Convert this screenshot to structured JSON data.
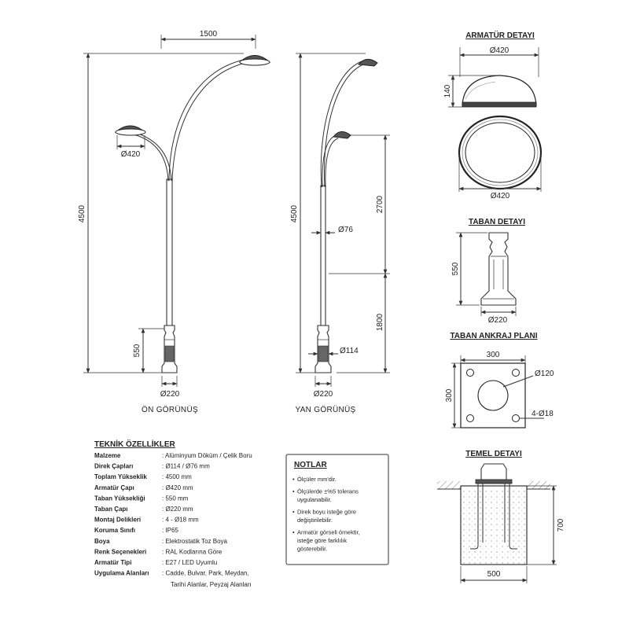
{
  "front_view": {
    "caption": "ÖN GÖRÜNÜŞ",
    "dim_width": "1500",
    "dim_height": "4500",
    "dim_base_height": "550",
    "dim_fixture": "Ø420",
    "dim_base_dia": "Ø220"
  },
  "side_view": {
    "caption": "YAN GÖRÜNÜŞ",
    "dim_height": "4500",
    "dim_upper": "2700",
    "dim_lower": "1800",
    "dim_upper_pipe": "Ø76",
    "dim_lower_pipe": "Ø114",
    "dim_base_dia": "Ø220"
  },
  "fixture_detail": {
    "title": "ARMATÜR DETAYI",
    "dim_top": "Ø420",
    "dim_height": "140",
    "dim_bottom": "Ø420"
  },
  "base_detail": {
    "title": "TABAN DETAYI",
    "dim_height": "550",
    "dim_dia": "Ø220"
  },
  "anchor_plan": {
    "title": "TABAN ANKRAJ PLANI",
    "dim_width": "300",
    "dim_height": "300",
    "dim_hole": "Ø120",
    "dim_bolts": "4-Ø18"
  },
  "foundation": {
    "title": "TEMEL DETAYI",
    "dim_height": "700",
    "dim_width": "500"
  },
  "specs": {
    "title": "TEKNİK ÖZELLİKLER",
    "rows": [
      {
        "key": "Malzeme",
        "value": ": Alüminyum Döküm / Çelik Boru"
      },
      {
        "key": "Direk Çapları",
        "value": ": Ø114 / Ø76 mm"
      },
      {
        "key": "Toplam Yükseklik",
        "value": ": 4500 mm"
      },
      {
        "key": "Armatür Çapı",
        "value": ": Ø420 mm"
      },
      {
        "key": "Taban Yüksekliği",
        "value": ": 550 mm"
      },
      {
        "key": "Taban Çapı",
        "value": ": Ø220 mm"
      },
      {
        "key": "Montaj Delikleri",
        "value": ": 4 - Ø18 mm"
      },
      {
        "key": "Koruma Sınıfı",
        "value": ": IP65"
      },
      {
        "key": "Boya",
        "value": ": Elektrostatik Toz Boya"
      },
      {
        "key": "Renk Seçenekleri",
        "value": ": RAL Kodlarına Göre"
      },
      {
        "key": "Armatür Tipi",
        "value": ": E27 / LED Uyumlu"
      },
      {
        "key": "Uygulama Alanları",
        "value": ": Cadde, Bulvar, Park, Meydan,"
      }
    ],
    "continuation": "Tarihi Alanlar, Peyzaj Alanları"
  },
  "notes": {
    "title": "NOTLAR",
    "items": [
      [
        "Ölçüler mm'dir."
      ],
      [
        "Ölçülerde ±%5 tolerans",
        "uygulanabilir."
      ],
      [
        "Direk boyu isteğe göre",
        "değiştirilebilir."
      ],
      [
        "Armatür görseli örnektir,",
        "isteğe göre farklılık",
        "gösterebilir."
      ]
    ]
  }
}
